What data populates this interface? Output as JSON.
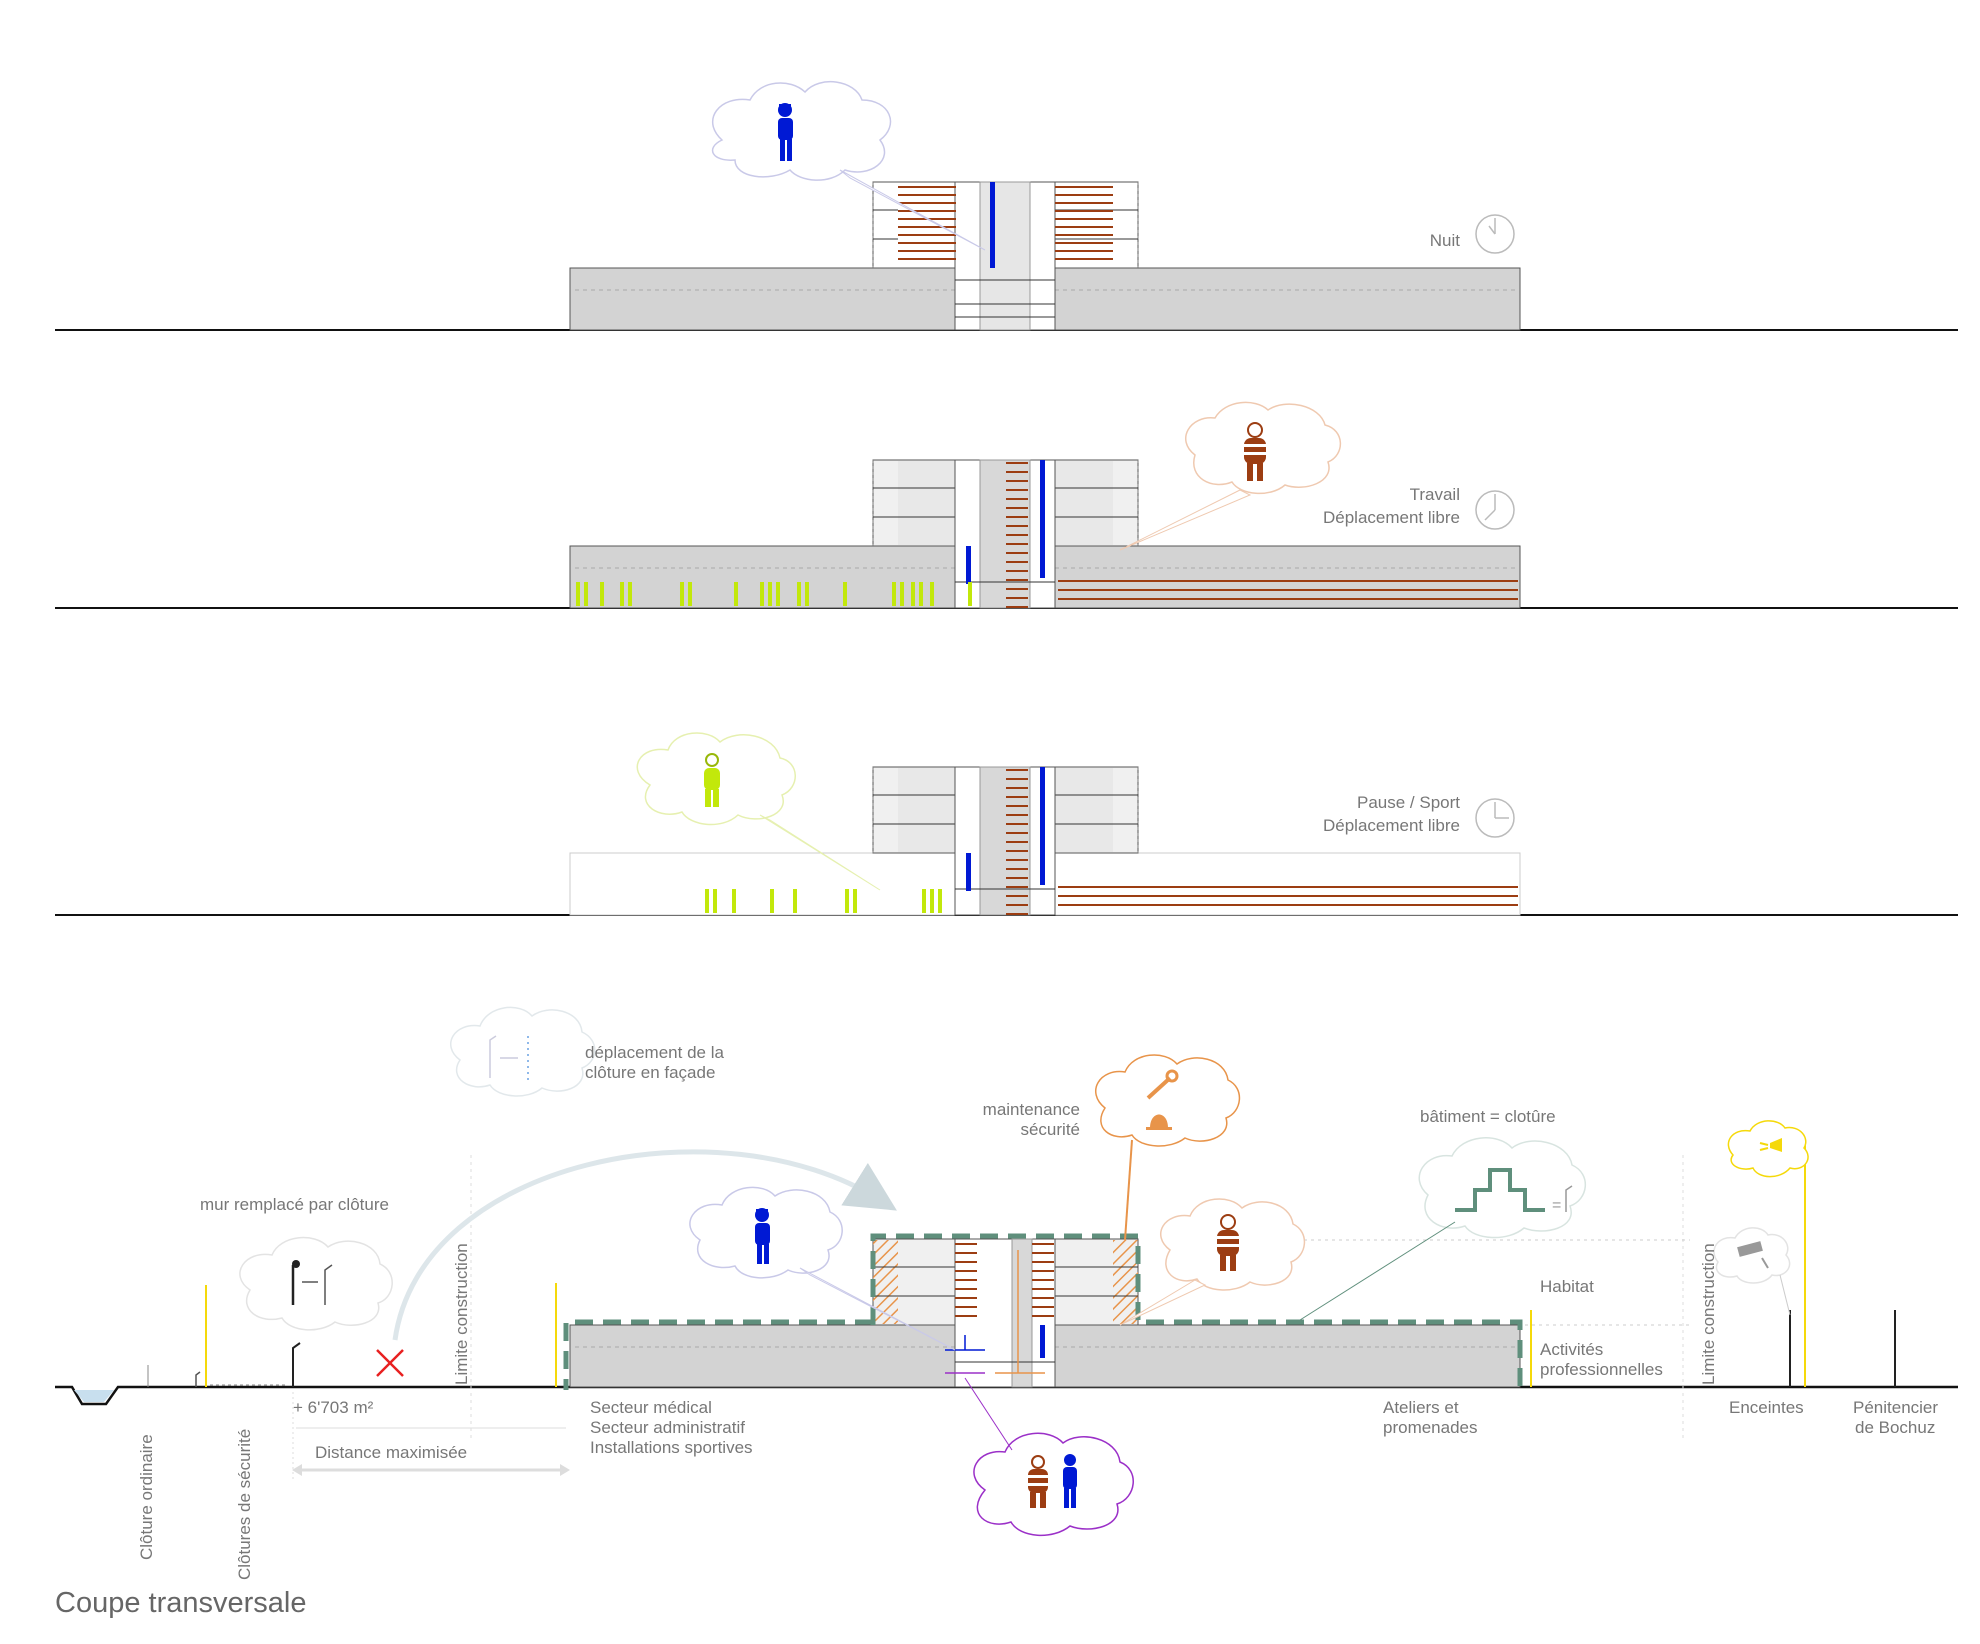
{
  "title": "Coupe transversale",
  "colors": {
    "ground": "#111111",
    "building_fill": "#d3d3d3",
    "upper_fill": "#f0f0f0",
    "brown": "#9c3d12",
    "blue": "#0019d4",
    "lime": "#c2e80b",
    "orange": "#e8944a",
    "green_dash": "#5f8f7c",
    "purple": "#9b30c8",
    "yellow": "#f5d90a",
    "red": "#e82020",
    "label": "#777777"
  },
  "scenarios": [
    {
      "line1": "",
      "line2": "Nuit",
      "clock_icon": "clock-icon"
    },
    {
      "line1": "Travail",
      "line2": "Déplacement libre",
      "clock_icon": "clock-icon"
    },
    {
      "line1": "Pause / Sport",
      "line2": "Déplacement libre",
      "clock_icon": "clock-icon"
    }
  ],
  "section": {
    "annotations": {
      "facade_move_1": "déplacement de la",
      "facade_move_2": "clôture en façade",
      "maintenance_1": "maintenance",
      "maintenance_2": "sécurité",
      "building_fence": "bâtiment = clotûre",
      "wall_replaced": "mur remplacé par clôture",
      "limite_left": "Limite construction",
      "limite_right": "Limite construction",
      "habitat": "Habitat",
      "activites_1": "Activités",
      "activites_2": "professionnelles",
      "area": "+ 6'703 m²",
      "distance": "Distance maximisée"
    },
    "zones": {
      "left_1": "Secteur médical",
      "left_2": "Secteur administratif",
      "left_3": "Installations sportives",
      "right_1": "Ateliers et",
      "right_2": "promenades",
      "enceintes": "Enceintes",
      "penitencier_1": "Pénitencier",
      "penitencier_2": "de Bochuz"
    },
    "vertical_labels": {
      "cloture_ordinaire": "Clôture ordinaire",
      "clotures_securite": "Clôtures de sécurité"
    }
  }
}
